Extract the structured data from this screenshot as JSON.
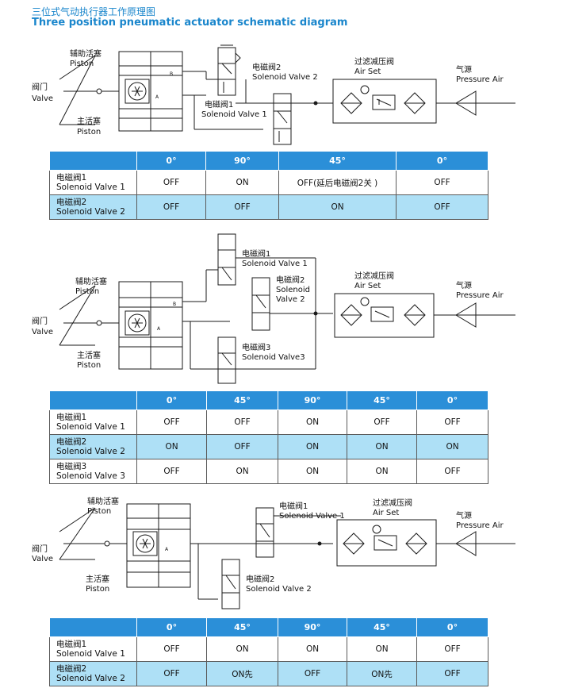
{
  "header": {
    "title_cn": "三位式气动执行器工作原理图",
    "title_en": "Three position pneumatic actuator schematic diagram"
  },
  "colors": {
    "accent": "#2b8fd8",
    "row_alt": "#aee0f6",
    "title": "#1a86cc"
  },
  "diagram1": {
    "labels": {
      "aux_piston_cn": "辅助活塞",
      "aux_piston_en": "Piston",
      "valve_cn": "阀门",
      "valve_en": "Valve",
      "main_piston_cn": "主活塞",
      "main_piston_en": "Piston",
      "sv2_cn": "电磁阀2",
      "sv2_en": "Solenoid Valve 2",
      "sv1_cn": "电磁阀1",
      "sv1_en": "Solenoid Valve 1",
      "airset_cn": "过滤减压阀",
      "airset_en": "Air Set",
      "air_cn": "气源",
      "air_en": "Pressure Air",
      "port_b": "B",
      "port_a": "A"
    },
    "table": {
      "headers": [
        "0°",
        "90°",
        "45°",
        "0°"
      ],
      "rows": [
        {
          "cn": "电磁阀1",
          "en": "Solenoid Valve 1",
          "cells": [
            "OFF",
            "ON",
            "OFF(延后电磁阀2关 )",
            "OFF"
          ]
        },
        {
          "cn": "电磁阀2",
          "en": "Solenoid Valve 2",
          "cells": [
            "OFF",
            "OFF",
            "ON",
            "OFF"
          ]
        }
      ]
    }
  },
  "diagram2": {
    "labels": {
      "aux_piston_cn": "辅助活塞",
      "aux_piston_en": "Piston",
      "valve_cn": "阀门",
      "valve_en": "Valve",
      "main_piston_cn": "主活塞",
      "main_piston_en": "Piston",
      "sv1_cn": "电磁阀1",
      "sv1_en": "Solenoid Valve 1",
      "sv2_cn": "电磁阀2",
      "sv2_en1": "Solenoid",
      "sv2_en2": "Valve 2",
      "sv3_cn": "电磁阀3",
      "sv3_en": "Solenoid Valve3",
      "airset_cn": "过滤减压阀",
      "airset_en": "Air Set",
      "air_cn": "气源",
      "air_en": "Pressure Air",
      "port_b": "B",
      "port_a": "A"
    },
    "table": {
      "headers": [
        "0°",
        "45°",
        "90°",
        "45°",
        "0°"
      ],
      "rows": [
        {
          "cn": "电磁阀1",
          "en": "Solenoid Valve 1",
          "cells": [
            "OFF",
            "OFF",
            "ON",
            "OFF",
            "OFF"
          ]
        },
        {
          "cn": "电磁阀2",
          "en": "Solenoid Valve 2",
          "cells": [
            "ON",
            "OFF",
            "ON",
            "ON",
            "ON"
          ]
        },
        {
          "cn": "电磁阀3",
          "en": "Solenoid Valve 3",
          "cells": [
            "OFF",
            "ON",
            "ON",
            "ON",
            "OFF"
          ]
        }
      ]
    }
  },
  "diagram3": {
    "labels": {
      "aux_piston_cn": "辅助活塞",
      "aux_piston_en": "Piston",
      "valve_cn": "阀门",
      "valve_en": "Valve",
      "main_piston_cn": "主活塞",
      "main_piston_en": "Piston",
      "sv1_cn": "电磁阀1",
      "sv1_en": "Solenoid Valve 1",
      "sv2_cn": "电磁阀2",
      "sv2_en": "Solenoid Valve 2",
      "airset_cn": "过滤减压阀",
      "airset_en": "Air Set",
      "air_cn": "气源",
      "air_en": "Pressure Air",
      "port_a": "A"
    },
    "table": {
      "headers": [
        "0°",
        "45°",
        "90°",
        "45°",
        "0°"
      ],
      "rows": [
        {
          "cn": "电磁阀1",
          "en": "Solenoid Valve 1",
          "cells": [
            "OFF",
            "ON",
            "ON",
            "ON",
            "OFF"
          ]
        },
        {
          "cn": "电磁阀2",
          "en": "Solenoid Valve 2",
          "cells": [
            "OFF",
            "ON先",
            "OFF",
            "ON先",
            "OFF"
          ]
        }
      ]
    }
  }
}
